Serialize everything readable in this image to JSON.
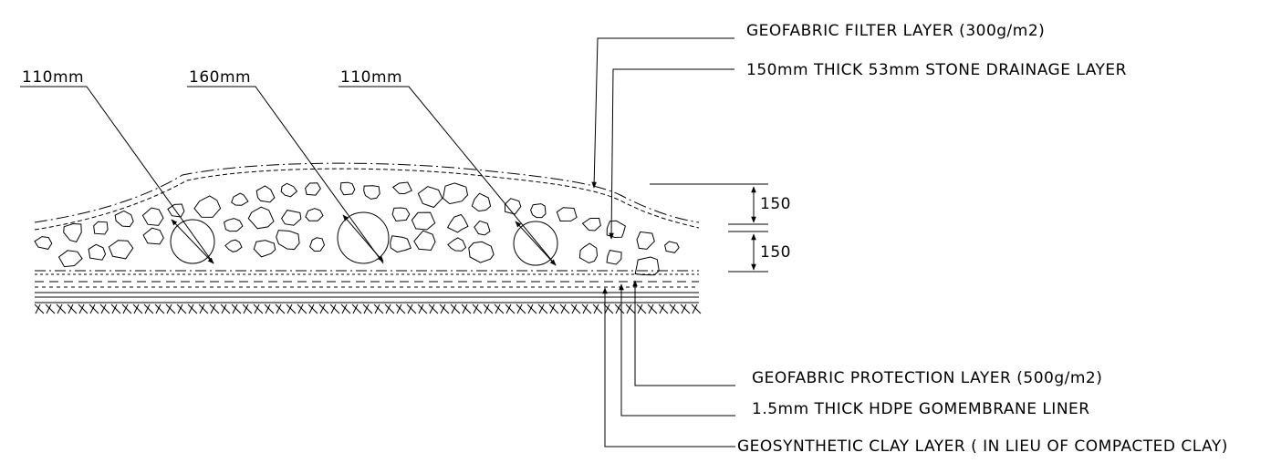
{
  "callouts": {
    "geofabric_filter": "GEOFABRIC FILTER LAYER (300g/m2)",
    "stone_drainage": "150mm THICK 53mm STONE DRAINAGE LAYER",
    "geofabric_protection": "GEOFABRIC PROTECTION LAYER (500g/m2)",
    "hdpe_liner": "1.5mm THICK HDPE GOMEMBRANE LINER",
    "geosynthetic_clay": "GEOSYNTHETIC CLAY LAYER ( IN LIEU OF COMPACTED CLAY)"
  },
  "pipes": [
    {
      "label": "110mm"
    },
    {
      "label": "160mm"
    },
    {
      "label": "110mm"
    }
  ],
  "dimensions": {
    "upper": "150",
    "lower": "150"
  }
}
